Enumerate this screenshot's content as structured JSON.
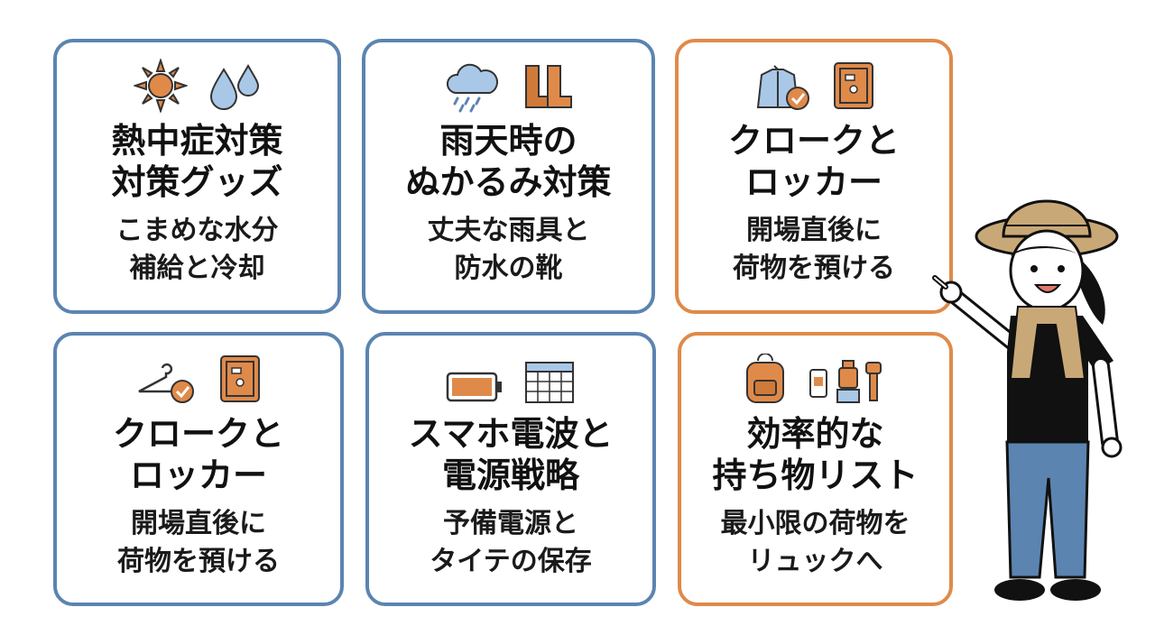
{
  "colors": {
    "blue": "#5b84b1",
    "orange": "#e08a4a"
  },
  "cards": [
    {
      "icons": [
        "sun-icon",
        "water-drops-icon"
      ],
      "title": [
        "熱中症対策",
        "対策グッズ"
      ],
      "sub": [
        "こまめな水分",
        "補給と冷却"
      ]
    },
    {
      "icons": [
        "rain-cloud-icon",
        "rain-boots-icon"
      ],
      "title": [
        "雨天時の",
        "ぬかるみ対策"
      ],
      "sub": [
        "丈夫な雨具と",
        "防水の靴"
      ]
    },
    {
      "icons": [
        "jacket-check-icon",
        "locker-icon"
      ],
      "title": [
        "クロークと",
        "ロッカー"
      ],
      "sub": [
        "開場直後に",
        "荷物を預ける"
      ]
    },
    {
      "icons": [
        "hanger-check-icon",
        "locker-icon"
      ],
      "title": [
        "クロークと",
        "ロッカー"
      ],
      "sub": [
        "開場直後に",
        "荷物を預ける"
      ]
    },
    {
      "icons": [
        "battery-icon",
        "calendar-icon"
      ],
      "title": [
        "スマホ電波と",
        "電源戦略"
      ],
      "sub": [
        "予備電源と",
        "タイテの保存"
      ]
    },
    {
      "icons": [
        "backpack-icon",
        "items-icon"
      ],
      "title": [
        "効率的な",
        "持ち物リスト"
      ],
      "sub": [
        "最小限の荷物を",
        "リュックへ"
      ]
    }
  ]
}
